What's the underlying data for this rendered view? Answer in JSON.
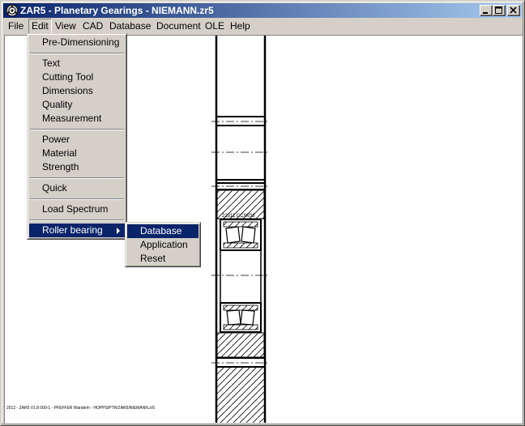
{
  "window": {
    "title": "ZAR5 - Planetary Gearings  -  NIEMANN.zr5"
  },
  "menubar": [
    {
      "label": "File"
    },
    {
      "label": "Edit"
    },
    {
      "label": "View"
    },
    {
      "label": "CAD"
    },
    {
      "label": "Database"
    },
    {
      "label": "Document"
    },
    {
      "label": "OLE"
    },
    {
      "label": "Help"
    }
  ],
  "edit_menu": {
    "pre_dimensioning": "Pre-Dimensioning",
    "text": "Text",
    "cutting_tool": "Cutting Tool",
    "dimensions": "Dimensions",
    "quality": "Quality",
    "measurement": "Measurement",
    "power": "Power",
    "material": "Material",
    "strength": "Strength",
    "quick": "Quick",
    "load_spectrum": "Load Spectrum",
    "roller_bearing": "Roller bearing"
  },
  "roller_submenu": {
    "database": "Database",
    "application": "Application",
    "reset": "Reset"
  },
  "drawing": {
    "bearing_label": "22311 CC/W33",
    "footer_note": "2012 - ZAR5 V1.8 000-1 - PFEFFER Wanderh - HOPPS/PTR/ZAR5/NIEMANN.zr5"
  },
  "colors": {
    "title_start": "#0a246a",
    "title_end": "#a6caf0",
    "highlight": "#0a246a"
  }
}
